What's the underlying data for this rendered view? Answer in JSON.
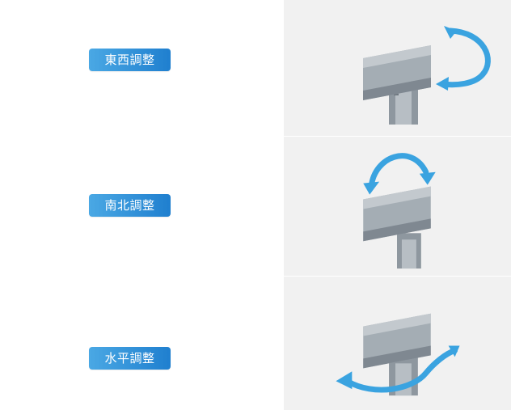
{
  "rows": [
    {
      "label": "東西調整",
      "icon": "rotate-east-west-icon"
    },
    {
      "label": "南北調整",
      "icon": "rotate-north-south-icon"
    },
    {
      "label": "水平調整",
      "icon": "rotate-horizontal-icon"
    }
  ],
  "colors": {
    "label_bg_start": "#4aa8e4",
    "label_bg_end": "#1f7fcf",
    "arrow": "#3aa3e0",
    "panel_bg": "#f1f1f1",
    "rail": "#9aa3ab"
  }
}
